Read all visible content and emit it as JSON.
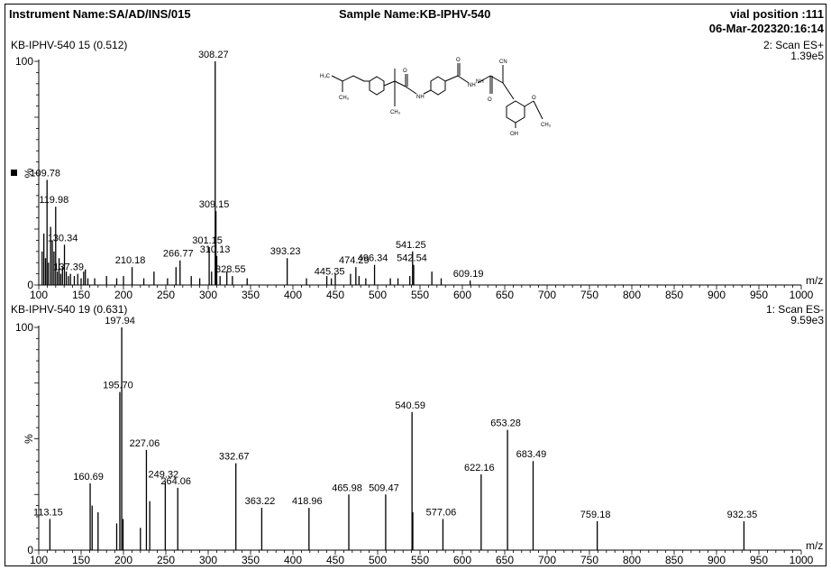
{
  "header": {
    "instrument": "Instrument Name:SA/AD/INS/015",
    "sample": "Sample Name:KB-IPHV-540",
    "vial": "vial position :111",
    "date": "06-Mar-202320:16:14"
  },
  "structure": {
    "labels": [
      "H₃C",
      "CH₃",
      "CH₃",
      "NH",
      "O",
      "NH",
      "O",
      "NH",
      "O",
      "CN",
      "O",
      "CH₃",
      "OH"
    ]
  },
  "chart_data": [
    {
      "type": "bar",
      "spectrum_id": "KB-IPHV-540 15 (0.512)",
      "scan": "2: Scan ES+",
      "intensity": "1.39e5",
      "ylabel": "%",
      "xlabel": "m/z",
      "xlim": [
        100,
        1000
      ],
      "ylim": [
        0,
        100
      ],
      "yticks": [
        "0",
        "100"
      ],
      "xticks": [
        "100",
        "150",
        "200",
        "250",
        "300",
        "350",
        "400",
        "450",
        "500",
        "550",
        "600",
        "650",
        "700",
        "750",
        "800",
        "850",
        "900",
        "950",
        "1000"
      ],
      "peaks": [
        {
          "mz": 104.0,
          "rel": 15
        },
        {
          "mz": 106.0,
          "rel": 23
        },
        {
          "mz": 108.0,
          "rel": 12
        },
        {
          "mz": 109.78,
          "rel": 47,
          "label": "109.78"
        },
        {
          "mz": 111.5,
          "rel": 10
        },
        {
          "mz": 114.0,
          "rel": 26
        },
        {
          "mz": 116.0,
          "rel": 20
        },
        {
          "mz": 118.0,
          "rel": 15
        },
        {
          "mz": 119.98,
          "rel": 35,
          "label": "119.98"
        },
        {
          "mz": 122.0,
          "rel": 6
        },
        {
          "mz": 124.0,
          "rel": 12
        },
        {
          "mz": 126.0,
          "rel": 5
        },
        {
          "mz": 128.0,
          "rel": 8
        },
        {
          "mz": 130.34,
          "rel": 18,
          "label": "130.34"
        },
        {
          "mz": 132.5,
          "rel": 6
        },
        {
          "mz": 135.0,
          "rel": 4
        },
        {
          "mz": 137.39,
          "rel": 5,
          "label": "137.39"
        },
        {
          "mz": 142.0,
          "rel": 4
        },
        {
          "mz": 146.0,
          "rel": 5
        },
        {
          "mz": 150.0,
          "rel": 3
        },
        {
          "mz": 153.0,
          "rel": 6
        },
        {
          "mz": 155.0,
          "rel": 7
        },
        {
          "mz": 158.0,
          "rel": 3
        },
        {
          "mz": 166.0,
          "rel": 3
        },
        {
          "mz": 180.0,
          "rel": 4
        },
        {
          "mz": 192.0,
          "rel": 3
        },
        {
          "mz": 200.0,
          "rel": 4
        },
        {
          "mz": 210.18,
          "rel": 8,
          "label": "210.18"
        },
        {
          "mz": 224.0,
          "rel": 3
        },
        {
          "mz": 236.0,
          "rel": 6
        },
        {
          "mz": 252.0,
          "rel": 3
        },
        {
          "mz": 262.0,
          "rel": 8
        },
        {
          "mz": 266.77,
          "rel": 11,
          "label": "266.77"
        },
        {
          "mz": 280.0,
          "rel": 4
        },
        {
          "mz": 290.0,
          "rel": 3
        },
        {
          "mz": 301.15,
          "rel": 17,
          "label": "301.15"
        },
        {
          "mz": 304.0,
          "rel": 6
        },
        {
          "mz": 308.27,
          "rel": 100,
          "label": "308.27"
        },
        {
          "mz": 309.15,
          "rel": 33,
          "label": "309.15"
        },
        {
          "mz": 310.13,
          "rel": 13,
          "label": "310.13"
        },
        {
          "mz": 314.0,
          "rel": 4
        },
        {
          "mz": 322.0,
          "rel": 6
        },
        {
          "mz": 328.55,
          "rel": 4,
          "label": "328.55"
        },
        {
          "mz": 346.0,
          "rel": 3
        },
        {
          "mz": 393.23,
          "rel": 12,
          "label": "393.23"
        },
        {
          "mz": 416.0,
          "rel": 3
        },
        {
          "mz": 440.0,
          "rel": 4
        },
        {
          "mz": 445.35,
          "rel": 3,
          "label": "445.35"
        },
        {
          "mz": 450.0,
          "rel": 5
        },
        {
          "mz": 468.0,
          "rel": 5
        },
        {
          "mz": 474.29,
          "rel": 8,
          "label": "474.29"
        },
        {
          "mz": 478.0,
          "rel": 4
        },
        {
          "mz": 486.0,
          "rel": 3
        },
        {
          "mz": 496.34,
          "rel": 9,
          "label": "496.34"
        },
        {
          "mz": 515.0,
          "rel": 3
        },
        {
          "mz": 524.0,
          "rel": 3
        },
        {
          "mz": 538.0,
          "rel": 4
        },
        {
          "mz": 541.25,
          "rel": 15,
          "label": "541.25"
        },
        {
          "mz": 542.54,
          "rel": 9,
          "label": "542.54"
        },
        {
          "mz": 564.0,
          "rel": 6
        },
        {
          "mz": 575.0,
          "rel": 3
        },
        {
          "mz": 609.19,
          "rel": 2,
          "label": "609.19"
        }
      ]
    },
    {
      "type": "bar",
      "spectrum_id": "KB-IPHV-540 19 (0.631)",
      "scan": "1: Scan ES-",
      "intensity": "9.59e3",
      "ylabel": "%",
      "xlabel": "m/z",
      "xlim": [
        100,
        1000
      ],
      "ylim": [
        0,
        100
      ],
      "yticks": [
        "0",
        "100"
      ],
      "xticks": [
        "100",
        "150",
        "200",
        "250",
        "300",
        "350",
        "400",
        "450",
        "500",
        "550",
        "600",
        "650",
        "700",
        "750",
        "800",
        "850",
        "900",
        "950",
        "1000"
      ],
      "peaks": [
        {
          "mz": 113.15,
          "rel": 14,
          "label": "113.15"
        },
        {
          "mz": 160.69,
          "rel": 30,
          "label": "160.69"
        },
        {
          "mz": 163.0,
          "rel": 20
        },
        {
          "mz": 170.0,
          "rel": 17
        },
        {
          "mz": 192.0,
          "rel": 12
        },
        {
          "mz": 195.7,
          "rel": 71,
          "label": "195.70"
        },
        {
          "mz": 197.94,
          "rel": 100,
          "label": "197.94"
        },
        {
          "mz": 199.5,
          "rel": 14
        },
        {
          "mz": 220.0,
          "rel": 10
        },
        {
          "mz": 227.06,
          "rel": 45,
          "label": "227.06"
        },
        {
          "mz": 231.0,
          "rel": 22
        },
        {
          "mz": 249.32,
          "rel": 31,
          "label": "249.32"
        },
        {
          "mz": 264.06,
          "rel": 28,
          "label": "264.06"
        },
        {
          "mz": 332.67,
          "rel": 39,
          "label": "332.67"
        },
        {
          "mz": 363.22,
          "rel": 19,
          "label": "363.22"
        },
        {
          "mz": 418.96,
          "rel": 19,
          "label": "418.96"
        },
        {
          "mz": 465.98,
          "rel": 25,
          "label": "465.98"
        },
        {
          "mz": 509.47,
          "rel": 25,
          "label": "509.47"
        },
        {
          "mz": 540.59,
          "rel": 62,
          "label": "540.59"
        },
        {
          "mz": 541.5,
          "rel": 17
        },
        {
          "mz": 577.06,
          "rel": 14,
          "label": "577.06"
        },
        {
          "mz": 622.16,
          "rel": 34,
          "label": "622.16"
        },
        {
          "mz": 653.28,
          "rel": 54,
          "label": "653.28"
        },
        {
          "mz": 683.49,
          "rel": 40,
          "label": "683.49"
        },
        {
          "mz": 759.18,
          "rel": 13,
          "label": "759.18"
        },
        {
          "mz": 932.35,
          "rel": 13,
          "label": "932.35"
        }
      ]
    }
  ]
}
